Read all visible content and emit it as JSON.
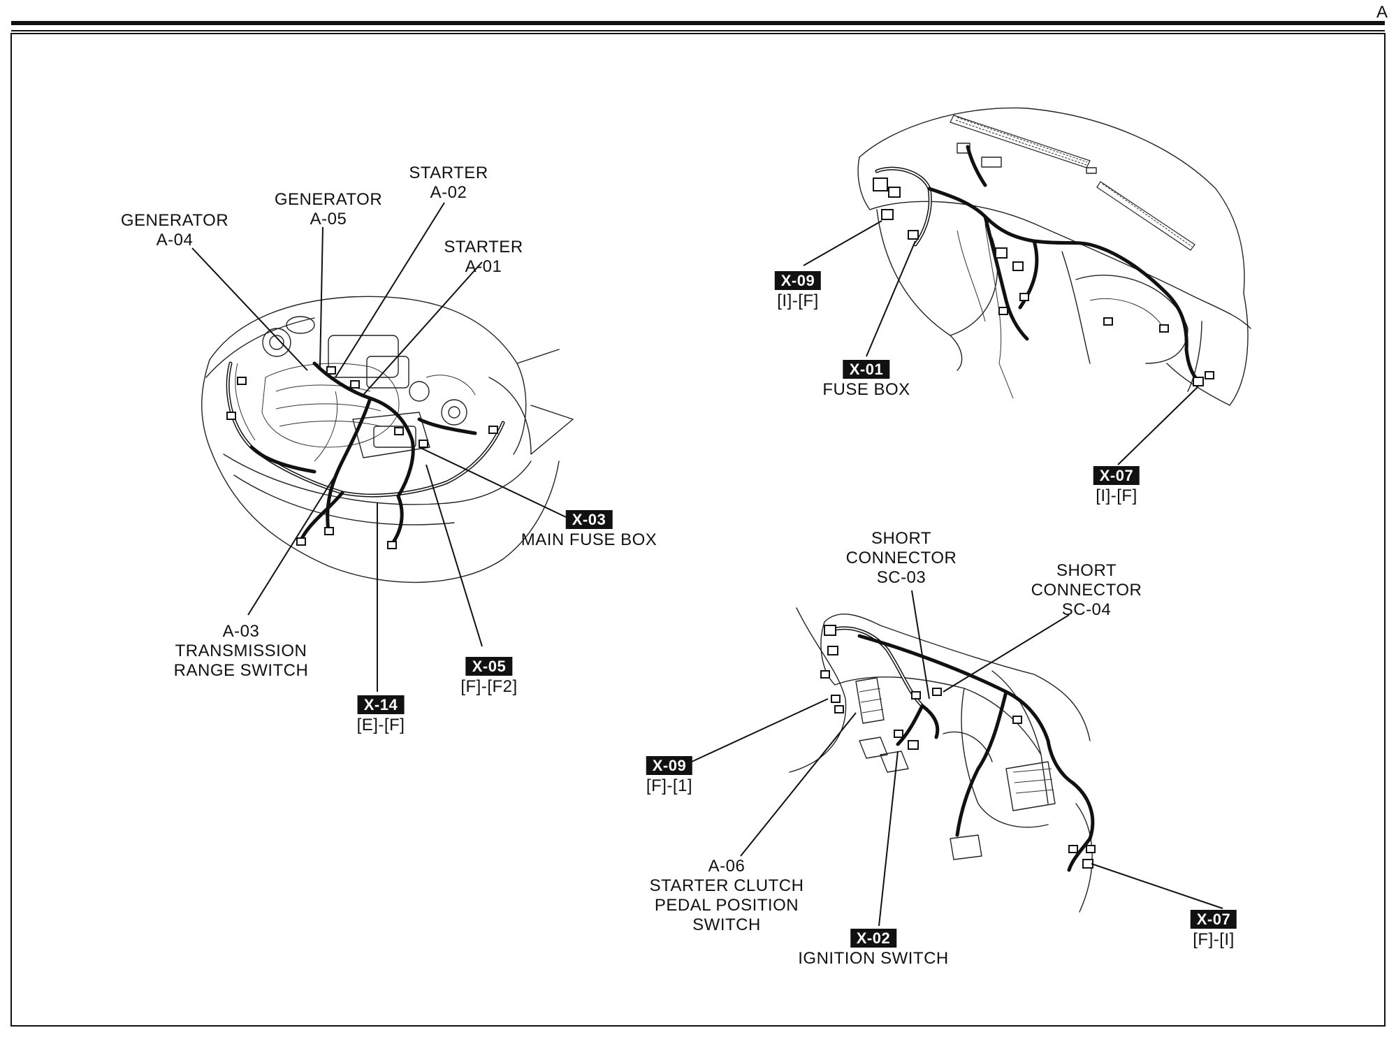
{
  "page_letter": "A",
  "labels": {
    "generator_a04": {
      "name": "GENERATOR",
      "code": "A-04"
    },
    "generator_a05": {
      "name": "GENERATOR",
      "code": "A-05"
    },
    "starter_a02": {
      "name": "STARTER",
      "code": "A-02"
    },
    "starter_a01": {
      "name": "STARTER",
      "code": "A-01"
    },
    "main_fuse_box": {
      "tag": "X-03",
      "name": "MAIN FUSE BOX"
    },
    "tr_switch": {
      "code": "A-03",
      "line1": "TRANSMISSION",
      "line2": "RANGE SWITCH"
    },
    "x05": {
      "tag": "X-05",
      "ref": "[F]-[F2]"
    },
    "x14": {
      "tag": "X-14",
      "ref": "[E]-[F]"
    },
    "x09_top": {
      "tag": "X-09",
      "ref": "[I]-[F]"
    },
    "fuse_box": {
      "tag": "X-01",
      "name": "FUSE BOX"
    },
    "x07_top": {
      "tag": "X-07",
      "ref": "[I]-[F]"
    },
    "sc03": {
      "line1": "SHORT",
      "line2": "CONNECTOR",
      "code": "SC-03"
    },
    "sc04": {
      "line1": "SHORT",
      "line2": "CONNECTOR",
      "code": "SC-04"
    },
    "x09_bottom": {
      "tag": "X-09",
      "ref": "[F]-[1]"
    },
    "a06": {
      "code": "A-06",
      "line1": "STARTER CLUTCH",
      "line2": "PEDAL POSITION",
      "line3": "SWITCH"
    },
    "ignition_switch": {
      "tag": "X-02",
      "name": "IGNITION SWITCH"
    },
    "x07_bottom": {
      "tag": "X-07",
      "ref": "[F]-[I]"
    }
  }
}
